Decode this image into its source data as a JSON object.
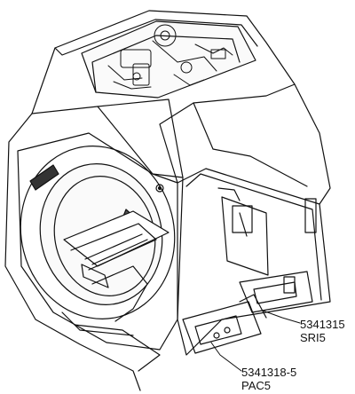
{
  "callouts": [
    {
      "part_number": "5341315",
      "code": "SRI5"
    },
    {
      "part_number": "5341318-5",
      "code": "PAC5"
    }
  ],
  "colors": {
    "line": "#111111",
    "background": "#ffffff"
  }
}
